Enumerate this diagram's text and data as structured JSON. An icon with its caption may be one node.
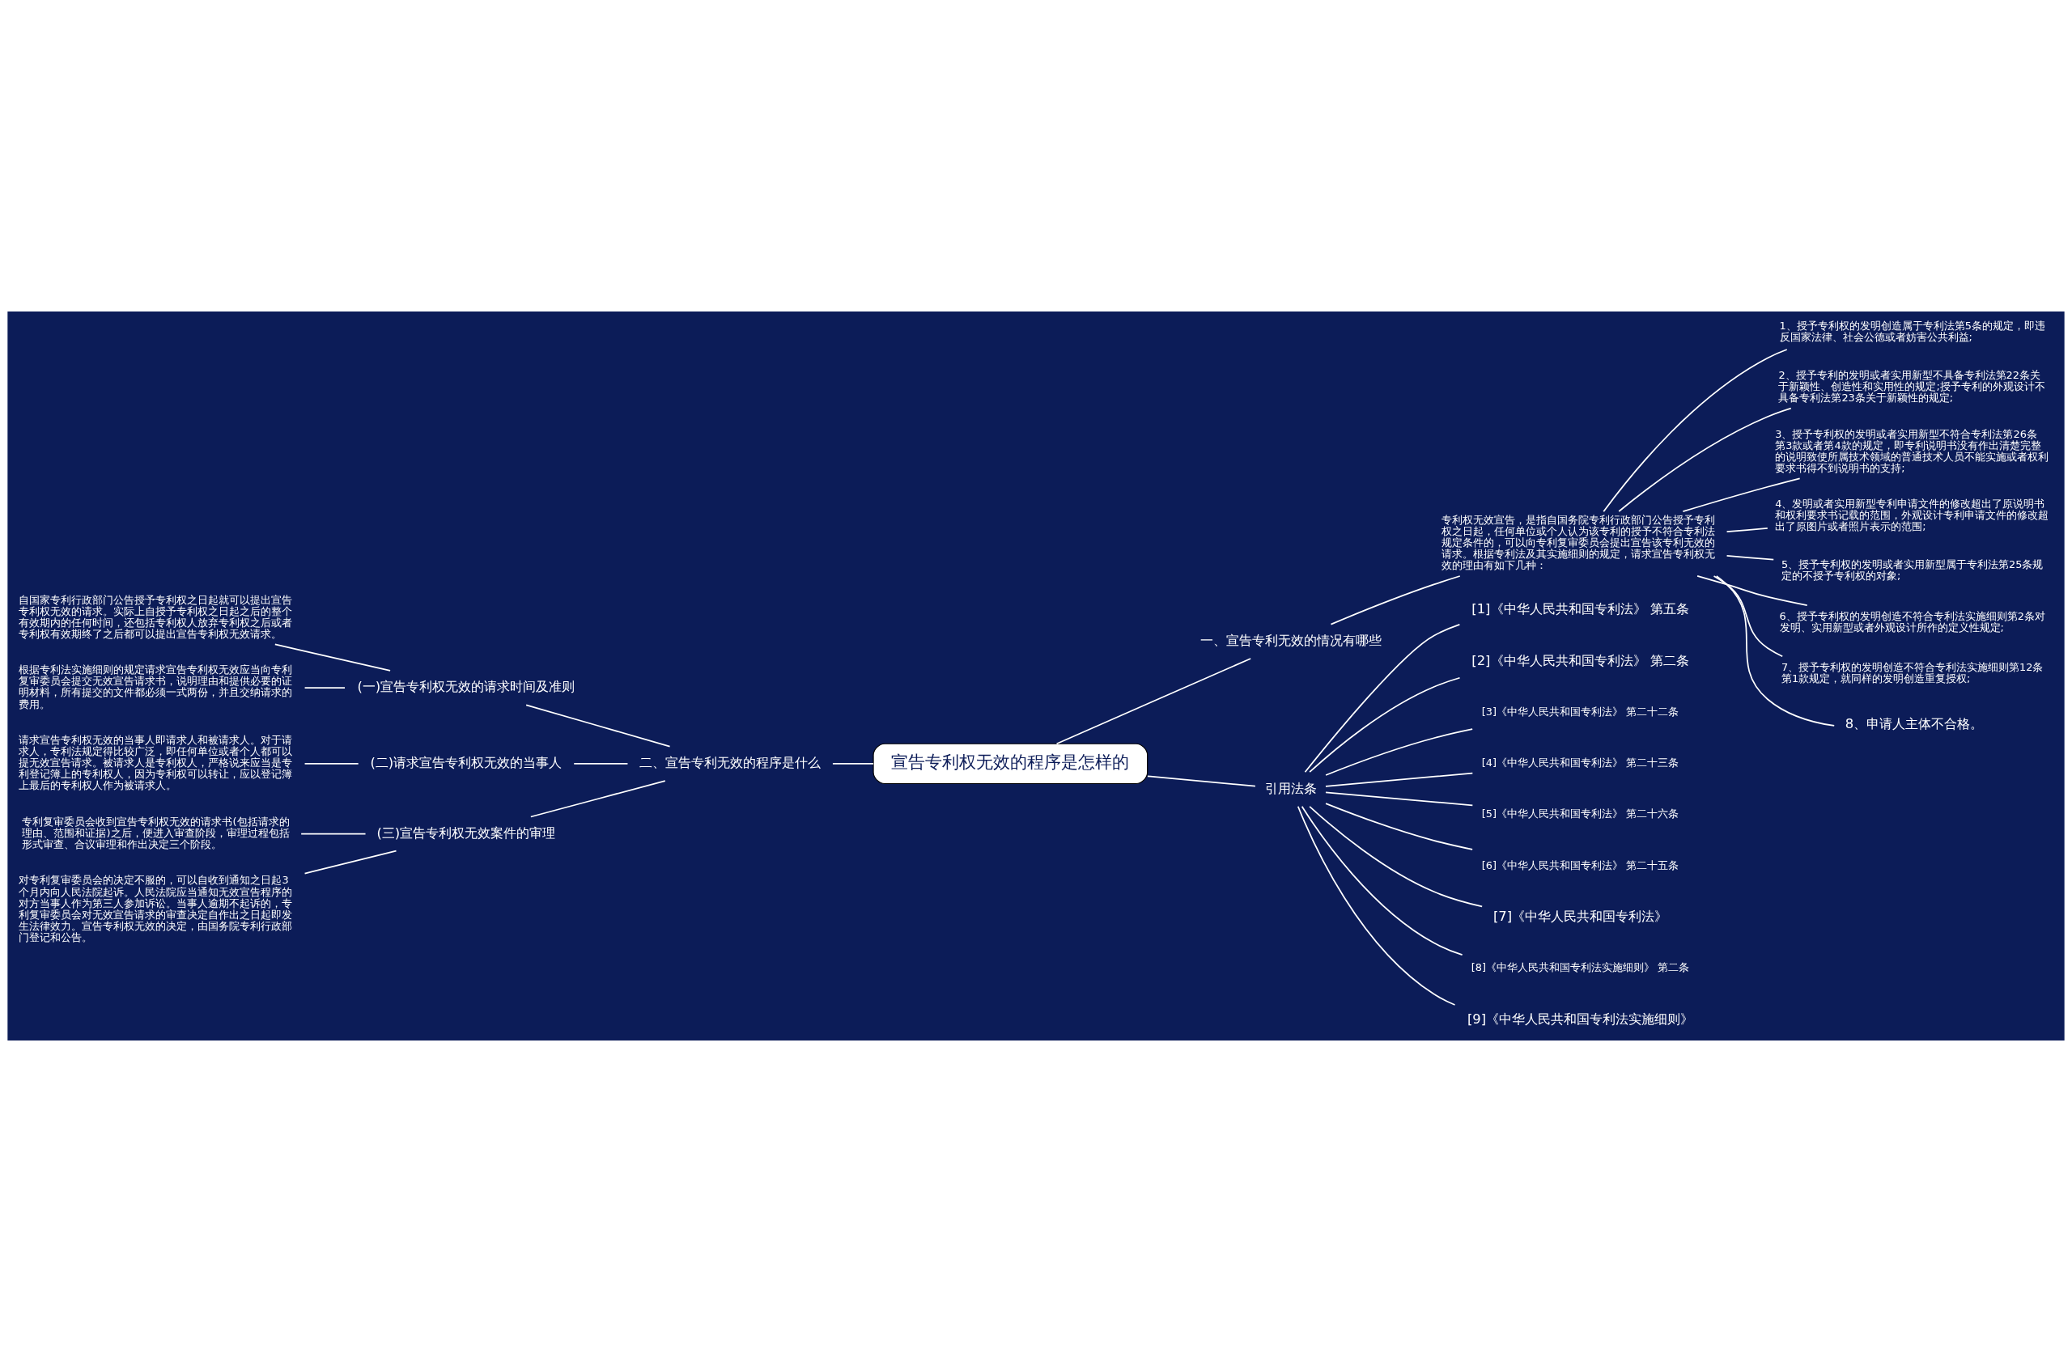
{
  "diagram": {
    "nodes": [
      {
        "text": [
          "宣告专利权无效的程序是怎样的"
        ]
      },
      {
        "text": [
          "一、宣告专利无效的情况有哪些"
        ]
      },
      {
        "text": [
          "专利权无效宣告，是指自国务院专利行政部门公告授予专利权之日起，任何单位或个人认为该专利的授予不符合专利法规定条件的，可以向专利复审委员会提出宣告该专利无效的请求。根据专利法及其实施细则的规定，请求宣告专利权无效的理由有如下几种："
        ]
      },
      {
        "text": [
          "1、授予专利权的发明创造属于专利法第5条的规定，即违反国家法律、社会公德或者妨害公共利益;"
        ]
      },
      {
        "text": [
          "2、授予专利的发明或者实用新型不具备专利法第22条关于新颖性、创造性和实用性的规定;授予专利的外观设计不具备专利法第23条关于新颖性的规定;"
        ]
      },
      {
        "text": [
          "3、授予专利权的发明或者实用新型不符合专利法第26条第3款或者第4款的规定，即专利说明书没有作出清楚完整的说明致使所属技术领域的普通技术人员不能实施或者权利要求书得不到说明书的支持;"
        ]
      },
      {
        "text": [
          "4、发明或者实用新型专利申请文件的修改超出了原说明书和权利要求书记载的范围，外观设计专利申请文件的修改超出了原图片或者照片表示的范围;"
        ]
      },
      {
        "text": [
          "5、授予专利权的发明或者实用新型属于专利法第25条规定的不授予专利权的对象;"
        ]
      },
      {
        "text": [
          "6、授予专利权的发明创造不符合专利法实施细则第2条对发明、实用新型或者外观设计所作的定义性规定;"
        ]
      },
      {
        "text": [
          "7、授予专利权的发明创造不符合专利法实施细则第12条第1款规定，就同样的发明创造重复授权;"
        ]
      },
      {
        "text": [
          "8、申请人主体不合格。"
        ]
      },
      {
        "text": [
          "引用法条"
        ]
      },
      {
        "text": [
          "[1]《中华人民共和国专利法》 第五条"
        ]
      },
      {
        "text": [
          "[2]《中华人民共和国专利法》 第二条"
        ]
      },
      {
        "text": [
          "[3]《中华人民共和国专利法》 第二十二条"
        ]
      },
      {
        "text": [
          "[4]《中华人民共和国专利法》 第二十三条"
        ]
      },
      {
        "text": [
          "[5]《中华人民共和国专利法》 第二十六条"
        ]
      },
      {
        "text": [
          "[6]《中华人民共和国专利法》 第二十五条"
        ]
      },
      {
        "text": [
          "[7]《中华人民共和国专利法》"
        ]
      },
      {
        "text": [
          "[8]《中华人民共和国专利法实施细则》 第二条"
        ]
      },
      {
        "text": [
          "[9]《中华人民共和国专利法实施细则》"
        ]
      },
      {
        "text": [
          "二、宣告专利无效的程序是什么"
        ]
      },
      {
        "text": [
          "(一)宣告专利权无效的请求时间及准则"
        ]
      },
      {
        "text": [
          "自国家专利行政部门公告授予专利权之日起就可以提出宣告专利权无效的请求。实际上自授予专利权之日起之后的整个有效期内的任何时间，还包括专利权人放弃专利权之后或者专利权有效期终了之后都可以提出宣告专利权无效请求。"
        ]
      },
      {
        "text": [
          "根据专利法实施细则的规定请求宣告专利权无效应当向专利复审委员会提交无效宣告请求书，说明理由和提供必要的证明材料，所有提交的文件都必须一式两份，并且交纳请求的费用。"
        ]
      },
      {
        "text": [
          "(二)请求宣告专利权无效的当事人"
        ]
      },
      {
        "text": [
          "请求宣告专利权无效的当事人即请求人和被请求人。对于请求人，专利法规定得比较广泛，即任何单位或者个人都可以提无效宣告请求。被请求人是专利权人，严格说来应当是专利登记簿上的专利权人，因为专利权可以转让，应以登记簿上最后的专利权人作为被请求人。"
        ]
      },
      {
        "text": [
          "(三)宣告专利权无效案件的审理"
        ]
      },
      {
        "text": [
          "专利复审委员会收到宣告专利权无效的请求书(包括请求的理由、范围和证据)之后，便进入审查阶段，审理过程包括形式审查、合议审理和作出决定三个阶段。"
        ]
      },
      {
        "text": [
          "对专利复审委员会的决定不服的，可以自收到通知之日起3个月内向人民法院起诉。人民法院应当通知无效宣告程序的对方当事人作为第三人参加诉讼。当事人逾期不起诉的，专利复审委员会对无效宣告请求的审查决定自作出之日起即发生法律效力。宣告专利权无效的决定，由国务院专利行政部门登记和公告。"
        ]
      }
    ],
    "edges": [
      {
        "from": 0,
        "to": 1,
        "arrow": "none"
      },
      {
        "from": 1,
        "to": 2,
        "arrow": "none"
      },
      {
        "from": 2,
        "to": 3,
        "arrow": "none"
      },
      {
        "from": 2,
        "to": 4,
        "arrow": "none"
      },
      {
        "from": 2,
        "to": 5,
        "arrow": "none"
      },
      {
        "from": 2,
        "to": 6,
        "arrow": "none"
      },
      {
        "from": 2,
        "to": 7,
        "arrow": "none"
      },
      {
        "from": 2,
        "to": 8,
        "arrow": "none"
      },
      {
        "from": 2,
        "to": 9,
        "arrow": "none"
      },
      {
        "from": 2,
        "to": 10,
        "arrow": "none"
      },
      {
        "from": 0,
        "to": 11,
        "arrow": "none"
      },
      {
        "from": 11,
        "to": 12,
        "arrow": "none"
      },
      {
        "from": 11,
        "to": 13,
        "arrow": "none"
      },
      {
        "from": 11,
        "to": 14,
        "arrow": "none"
      },
      {
        "from": 11,
        "to": 15,
        "arrow": "none"
      },
      {
        "from": 11,
        "to": 16,
        "arrow": "none"
      },
      {
        "from": 11,
        "to": 17,
        "arrow": "none"
      },
      {
        "from": 11,
        "to": 18,
        "arrow": "none"
      },
      {
        "from": 11,
        "to": 19,
        "arrow": "none"
      },
      {
        "from": 11,
        "to": 20,
        "arrow": "none"
      },
      {
        "from": 0,
        "to": 21,
        "arrow": "none"
      },
      {
        "from": 21,
        "to": 22,
        "arrow": "none"
      },
      {
        "from": 22,
        "to": 23,
        "arrow": "none"
      },
      {
        "from": 22,
        "to": 24,
        "arrow": "none"
      },
      {
        "from": 21,
        "to": 25,
        "arrow": "none"
      },
      {
        "from": 25,
        "to": 26,
        "arrow": "none"
      },
      {
        "from": 21,
        "to": 27,
        "arrow": "none"
      },
      {
        "from": 27,
        "to": 28,
        "arrow": "none"
      },
      {
        "from": 27,
        "to": 29,
        "arrow": "none"
      }
    ]
  }
}
